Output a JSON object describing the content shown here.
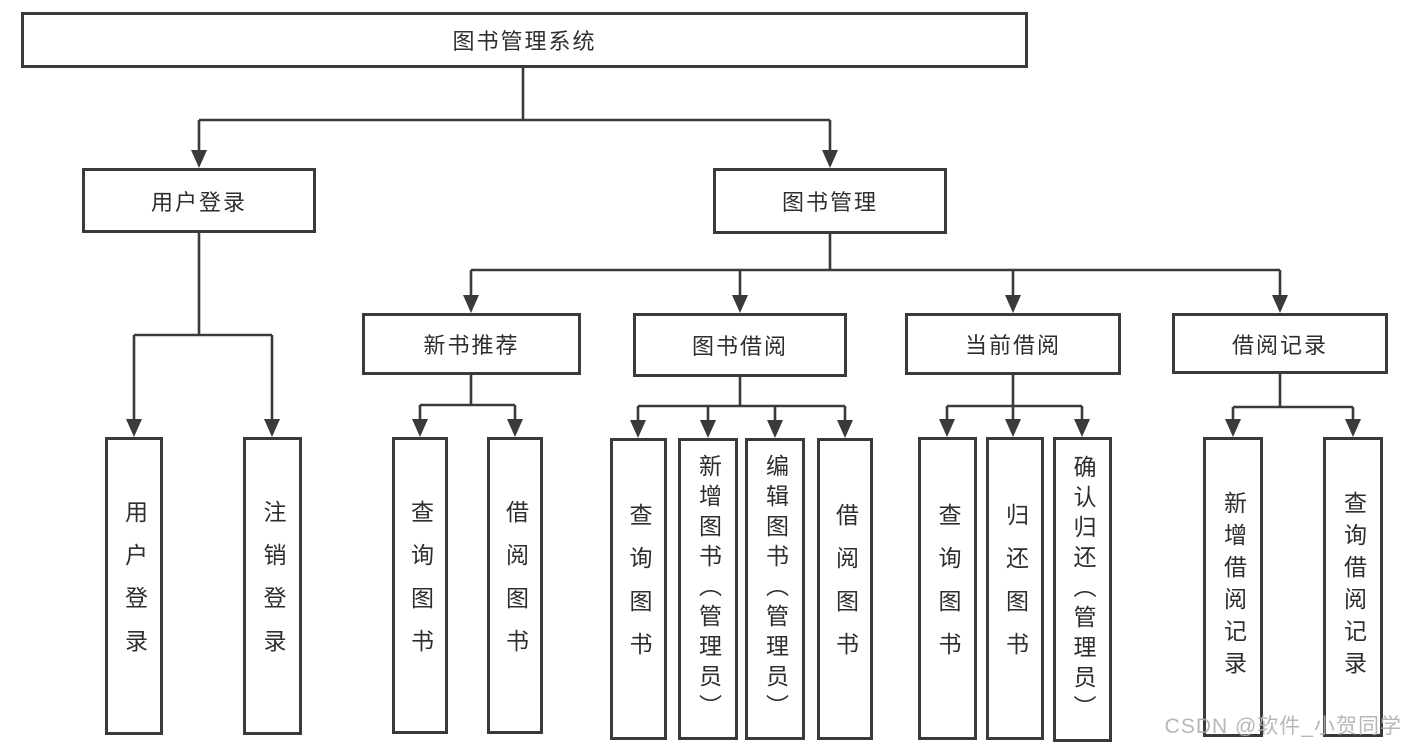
{
  "diagram": {
    "title": "图书管理系统",
    "nodes": [
      {
        "id": "root",
        "label": "图书管理系统",
        "level": 1,
        "orientation": "horizontal"
      },
      {
        "id": "user-login",
        "label": "用户登录",
        "level": 2,
        "orientation": "horizontal"
      },
      {
        "id": "book-mgmt",
        "label": "图书管理",
        "level": 2,
        "orientation": "horizontal"
      },
      {
        "id": "new-book-rec",
        "label": "新书推荐",
        "level": 3,
        "orientation": "horizontal"
      },
      {
        "id": "book-borrow",
        "label": "图书借阅",
        "level": 3,
        "orientation": "horizontal"
      },
      {
        "id": "current-borrow",
        "label": "当前借阅",
        "level": 3,
        "orientation": "horizontal"
      },
      {
        "id": "borrow-records",
        "label": "借阅记录",
        "level": 3,
        "orientation": "horizontal"
      },
      {
        "id": "leaf-user-login",
        "label": "用户登录",
        "level": 4,
        "orientation": "vertical"
      },
      {
        "id": "leaf-logout",
        "label": "注销登录",
        "level": 4,
        "orientation": "vertical"
      },
      {
        "id": "leaf-query-book-1",
        "label": "查询图书",
        "level": 4,
        "orientation": "vertical"
      },
      {
        "id": "leaf-borrow-book-1",
        "label": "借阅图书",
        "level": 4,
        "orientation": "vertical"
      },
      {
        "id": "leaf-query-book-2",
        "label": "查询图书",
        "level": 4,
        "orientation": "vertical"
      },
      {
        "id": "leaf-add-book",
        "label": "新增图书（管理员）",
        "level": 4,
        "orientation": "vertical"
      },
      {
        "id": "leaf-edit-book",
        "label": "编辑图书（管理员）",
        "level": 4,
        "orientation": "vertical"
      },
      {
        "id": "leaf-borrow-book-2",
        "label": "借阅图书",
        "level": 4,
        "orientation": "vertical"
      },
      {
        "id": "leaf-query-book-3",
        "label": "查询图书",
        "level": 4,
        "orientation": "vertical"
      },
      {
        "id": "leaf-return-book",
        "label": "归还图书",
        "level": 4,
        "orientation": "vertical"
      },
      {
        "id": "leaf-confirm-return",
        "label": "确认归还（管理员）",
        "level": 4,
        "orientation": "vertical"
      },
      {
        "id": "leaf-add-borrow-record",
        "label": "新增借阅记录",
        "level": 4,
        "orientation": "vertical"
      },
      {
        "id": "leaf-query-borrow-record",
        "label": "查询借阅记录",
        "level": 4,
        "orientation": "vertical"
      }
    ],
    "edges": [
      [
        "root",
        "user-login"
      ],
      [
        "root",
        "book-mgmt"
      ],
      [
        "user-login",
        "leaf-user-login"
      ],
      [
        "user-login",
        "leaf-logout"
      ],
      [
        "book-mgmt",
        "new-book-rec"
      ],
      [
        "book-mgmt",
        "book-borrow"
      ],
      [
        "book-mgmt",
        "current-borrow"
      ],
      [
        "book-mgmt",
        "borrow-records"
      ],
      [
        "new-book-rec",
        "leaf-query-book-1"
      ],
      [
        "new-book-rec",
        "leaf-borrow-book-1"
      ],
      [
        "book-borrow",
        "leaf-query-book-2"
      ],
      [
        "book-borrow",
        "leaf-add-book"
      ],
      [
        "book-borrow",
        "leaf-edit-book"
      ],
      [
        "book-borrow",
        "leaf-borrow-book-2"
      ],
      [
        "current-borrow",
        "leaf-query-book-3"
      ],
      [
        "current-borrow",
        "leaf-return-book"
      ],
      [
        "current-borrow",
        "leaf-confirm-return"
      ],
      [
        "borrow-records",
        "leaf-add-borrow-record"
      ],
      [
        "borrow-records",
        "leaf-query-borrow-record"
      ]
    ]
  },
  "watermark": {
    "text": "CSDN @软件_小贺同学",
    "color": "#b0b0b0"
  },
  "colors": {
    "background": "#ffffff",
    "line": "#3a3a3a",
    "box_border": "#3a3a3a",
    "box_fill": "#ffffff",
    "text": "#2e2e2e"
  }
}
